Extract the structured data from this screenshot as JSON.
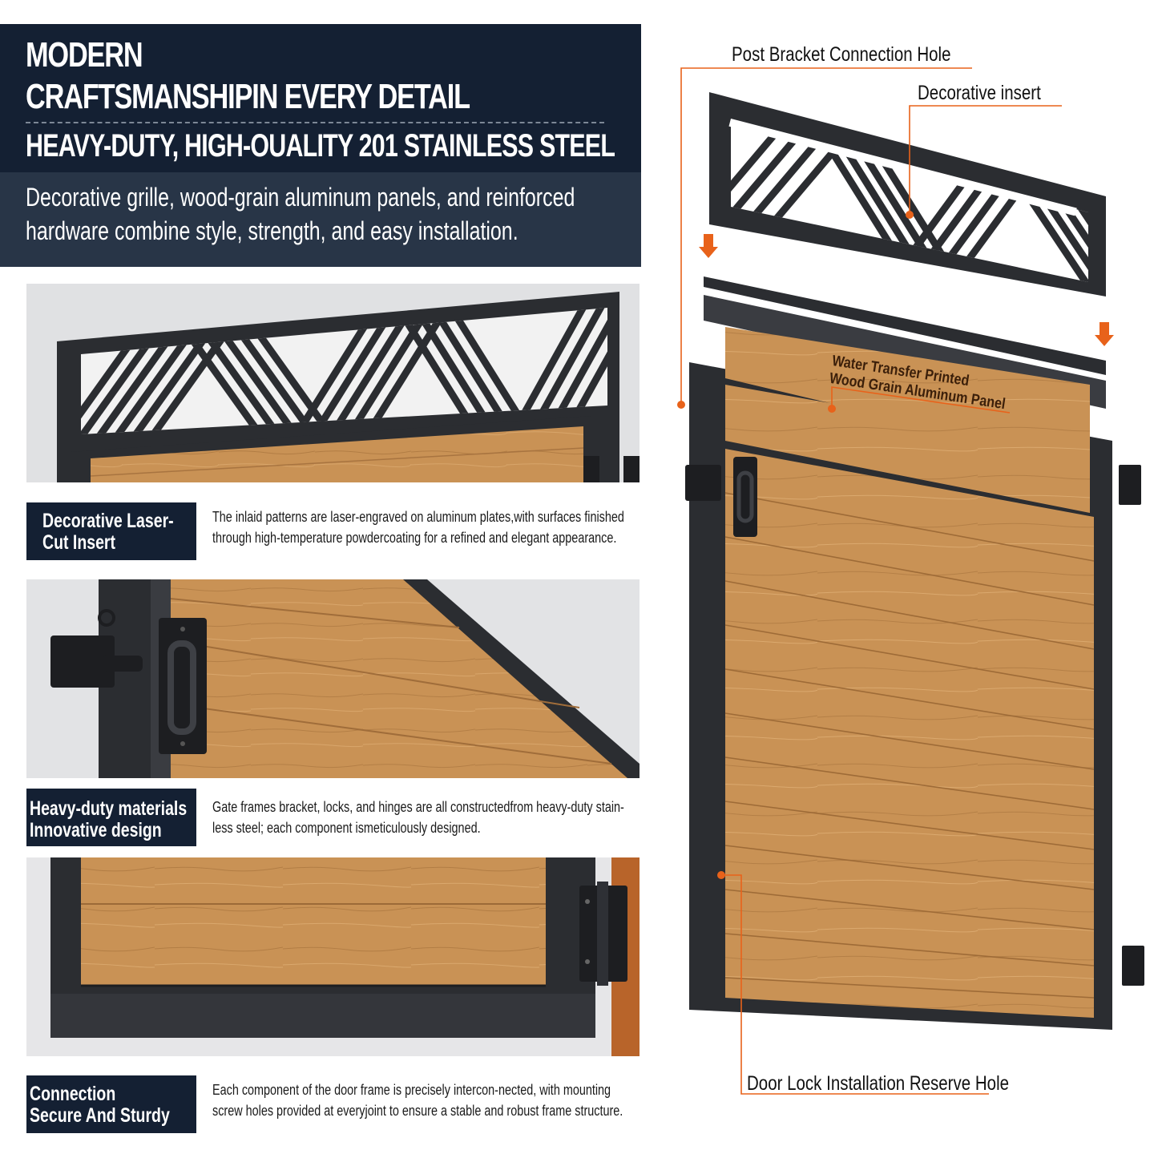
{
  "header": {
    "title_line1": "MODERN",
    "title_line2": "CRAFTSMANSHIPIN EVERY DETAIL",
    "subtitle": "HEAVY-DUTY, HIGH-OUALITY 201 STAINLESS STEEL",
    "description_line1": "Decorative grille, wood-grain aluminum panels, and reinforced",
    "description_line2": "hardware combine style, strength, and easy installation."
  },
  "features": [
    {
      "label_line1": "Decorative Laser-",
      "label_line2": "Cut Insert",
      "desc_line1": "The inlaid patterns are laser-engraved on aluminum plates,with surfaces finished",
      "desc_line2": "through high-temperature powdercoating for a refined and elegant appearance."
    },
    {
      "label_line1": "Heavy-duty materials",
      "label_line2": "Innovative design",
      "desc_line1": "Gate frames bracket, locks, and hinges are all constructedfrom heavy-duty stain-",
      "desc_line2": "less steel; each component ismeticulously designed."
    },
    {
      "label_line1": "Connection",
      "label_line2": "Secure And Sturdy",
      "desc_line1": "Each component of the door frame is precisely intercon-nected, with mounting",
      "desc_line2": "screw holes provided at everyjoint to ensure a stable and robust frame structure."
    }
  ],
  "callouts": {
    "post_bracket": "Post Bracket Connection Hole",
    "decorative_insert": "Decorative insert",
    "panel_line1": "Water Transfer Printed",
    "panel_line2": "Wood Grain Aluminum Panel",
    "door_lock": "Door Lock Installation Reserve Hole"
  },
  "colors": {
    "header_bg": "#142033",
    "header_sub_bg": "#283547",
    "callout_orange": "#e8621a",
    "frame_dark": "#2a2c30",
    "wood": "#c99255"
  }
}
